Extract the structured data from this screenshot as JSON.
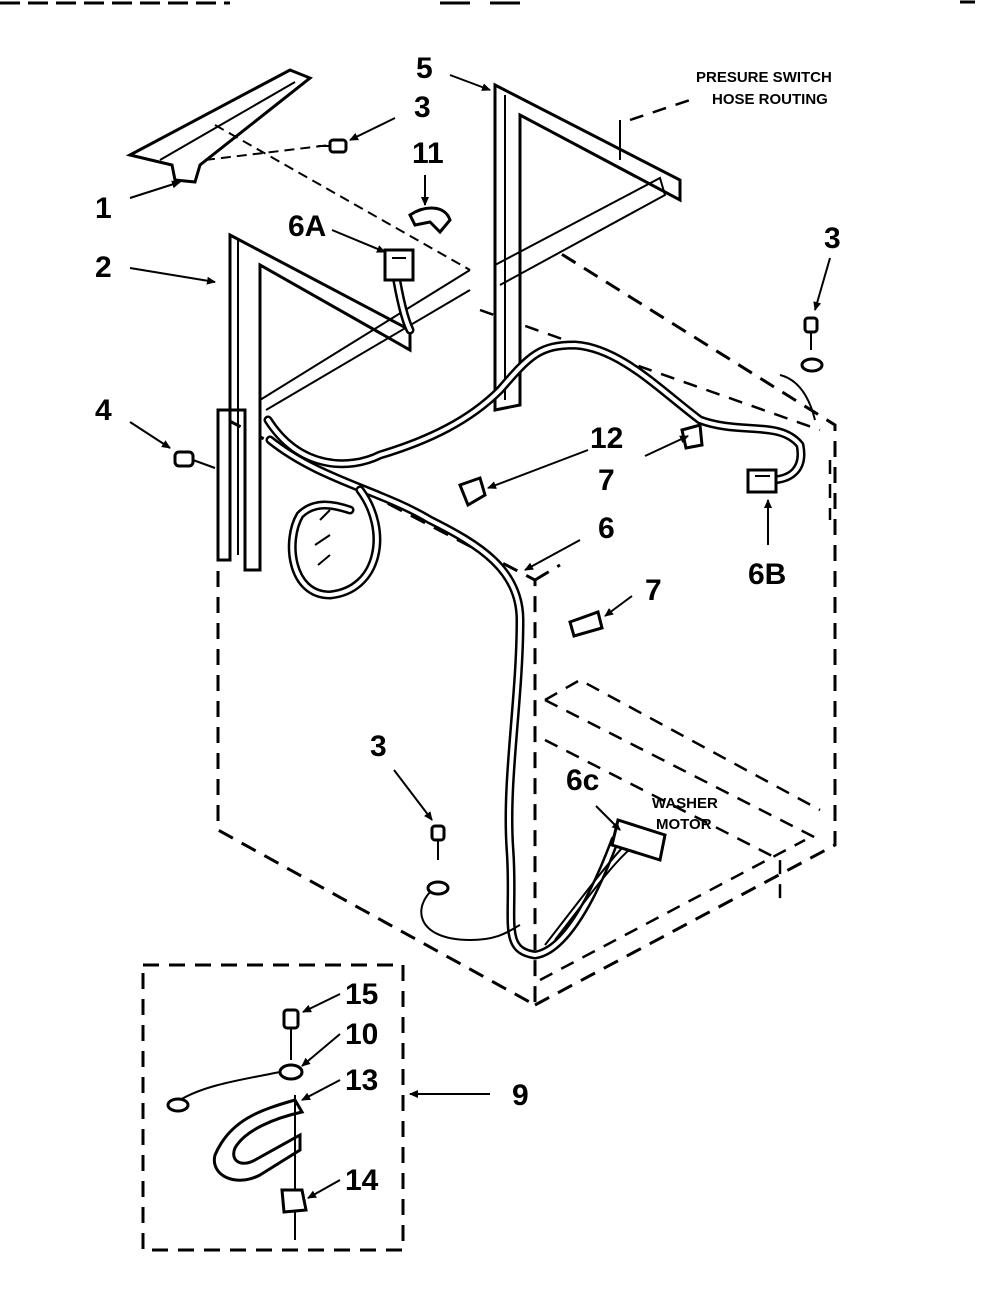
{
  "diagram": {
    "notes": {
      "pressure_switch_line1": "PRESURE SWITCH",
      "pressure_switch_line2": "HOSE ROUTING",
      "washer_motor_line1": "WASHER",
      "washer_motor_line2": "MOTOR"
    },
    "callouts": {
      "c1": "1",
      "c2": "2",
      "c3_top": "3",
      "c3_right": "3",
      "c3_bottom": "3",
      "c4": "4",
      "c5": "5",
      "c6": "6",
      "c6a": "6A",
      "c6b": "6B",
      "c6c": "6c",
      "c7_upper": "7",
      "c7_lower": "7",
      "c9": "9",
      "c10": "10",
      "c11": "11",
      "c12": "12",
      "c13": "13",
      "c14": "14",
      "c15": "15"
    }
  }
}
